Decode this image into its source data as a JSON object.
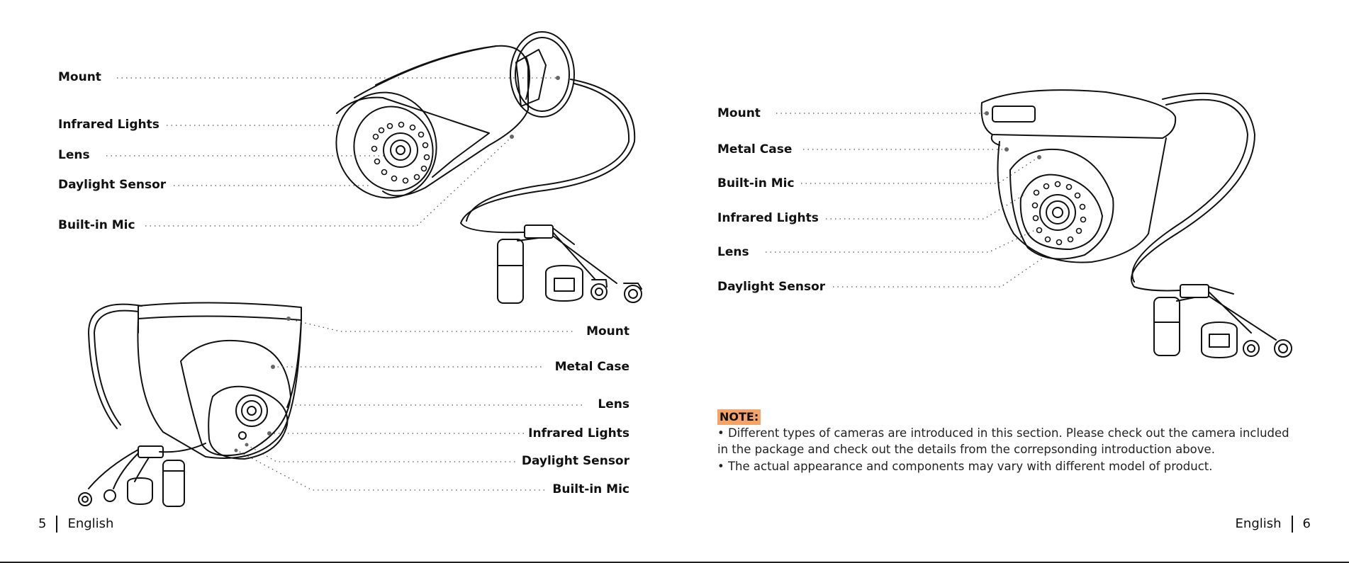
{
  "bullet_camera": {
    "labels": [
      "Mount",
      "Infrared Lights",
      "Lens",
      "Daylight Sensor",
      "Built-in Mic"
    ]
  },
  "dome_camera_left": {
    "labels": [
      "Mount",
      "Metal Case",
      "Lens",
      "Infrared Lights",
      "Daylight Sensor",
      "Built-in Mic"
    ]
  },
  "dome_camera_right": {
    "labels": [
      "Mount",
      "Metal Case",
      "Built-in Mic",
      "Infrared Lights",
      "Lens",
      "Daylight Sensor"
    ]
  },
  "note": {
    "tag": "NOTE:",
    "lines": [
      "• Different types of cameras are introduced in this section. Please check out the camera included",
      "in the package and check out the details from the correpsonding introduction above.",
      "• The actual appearance and components may vary with different model of product."
    ]
  },
  "footer": {
    "left_page": "5",
    "left_lang": "English",
    "right_lang": "English",
    "right_page": "6"
  }
}
